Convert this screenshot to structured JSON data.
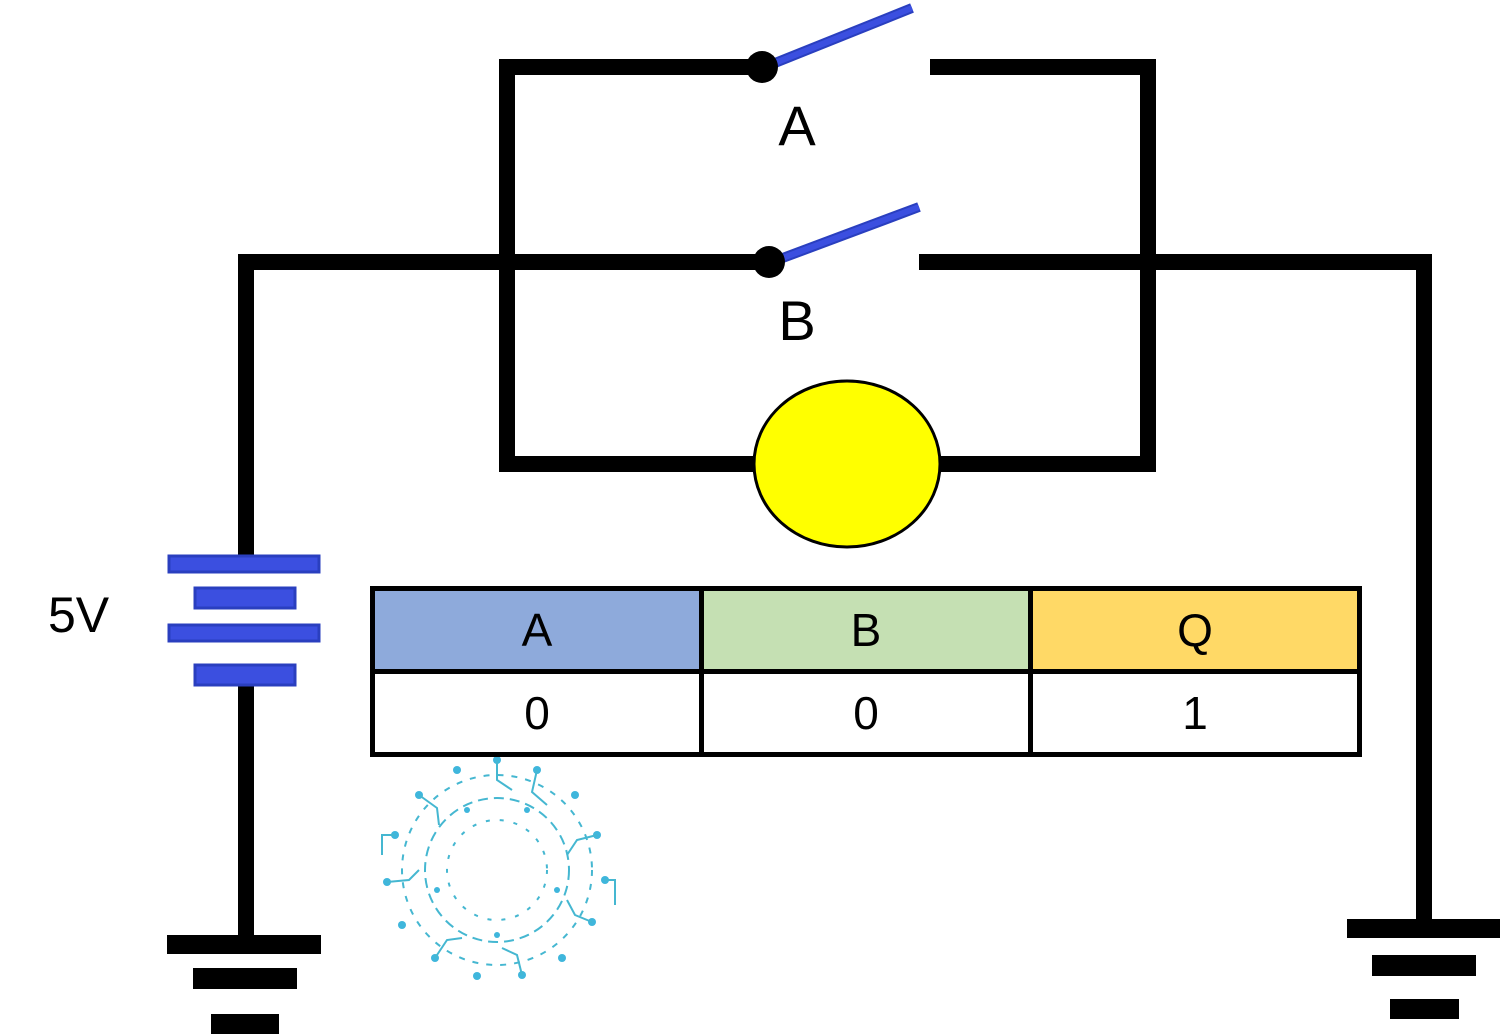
{
  "diagram": {
    "switch_a_label": "A",
    "switch_b_label": "B",
    "battery_label": "5V",
    "colors": {
      "wire": "#000000",
      "switch_lever": "#3b4fe0",
      "battery_plate": "#3b4fe0",
      "lamp": "#ffff00",
      "logo": "#45b7d1"
    },
    "icons": [
      "switch-a-icon",
      "switch-b-icon",
      "lamp-icon",
      "battery-icon",
      "ground-icon",
      "circuit-logo-icon"
    ]
  },
  "truth_table": {
    "headers": [
      "A",
      "B",
      "Q"
    ],
    "header_colors": [
      "#8eaadb",
      "#c5e0b3",
      "#ffd966"
    ],
    "rows": [
      [
        "0",
        "0",
        "1"
      ]
    ]
  }
}
